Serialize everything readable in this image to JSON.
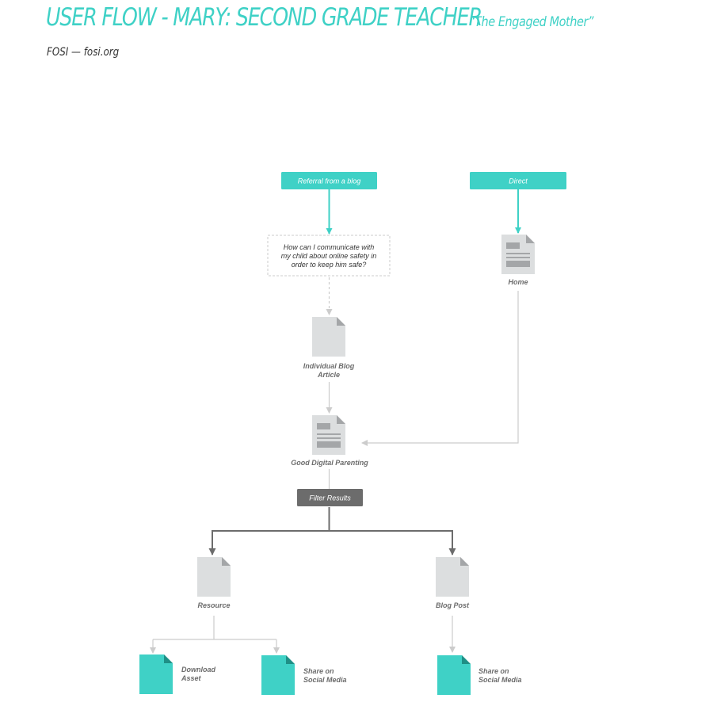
{
  "header": {
    "title": "USER FLOW - MARY: SECOND GRADE TEACHER",
    "subtitle": "“The Engaged Mother”",
    "org": "FOSI — fosi.org"
  },
  "colors": {
    "accent": "#3fd1c6",
    "node": "#dcdedf",
    "neutral": "#6c6c6c",
    "line": "#cccccc"
  },
  "entries": {
    "referral": "Referral from a blog",
    "direct": "Direct"
  },
  "question": {
    "line1": "How can I communicate with",
    "line2": "my child about online safety in",
    "line3": "order to keep him safe?"
  },
  "pages": {
    "home": "Home",
    "blog_article_1": "Individual Blog",
    "blog_article_2": "Article",
    "good_digital_parenting": "Good Digital Parenting",
    "resource": "Resource",
    "blog_post": "Blog Post"
  },
  "filter": "Filter Results",
  "actions": {
    "download_1": "Download",
    "download_2": "Asset",
    "share_a_1": "Share on",
    "share_a_2": "Social Media",
    "share_b_1": "Share on",
    "share_b_2": "Social Media"
  },
  "icons": {
    "page": "document-icon",
    "content_page": "document-with-content-icon",
    "action": "teal-document-icon"
  }
}
